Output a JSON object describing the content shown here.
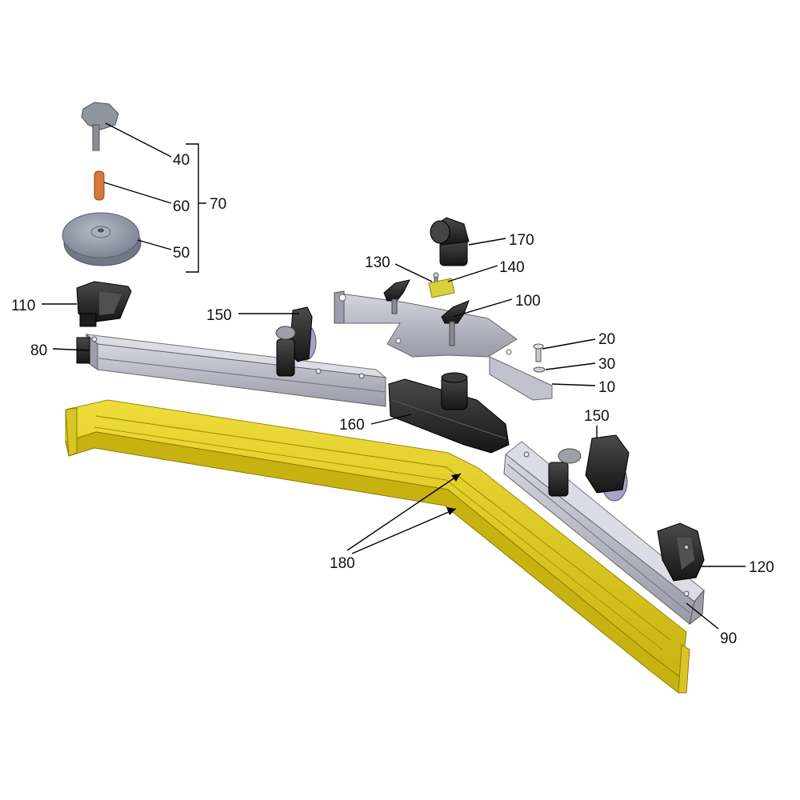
{
  "colors": {
    "aluminium": "#b8b8c4",
    "aluminium_dark": "#8e8e9c",
    "rubber_yellow": "#e3cf1c",
    "rubber_yellow_dark": "#b09d0a",
    "black_part": "#2a2a2a",
    "wheel_grey": "#8f98a8",
    "pin_orange": "#d9773a",
    "accent_yellow": "#d7d23a"
  },
  "callouts": {
    "p10": "10",
    "p20": "20",
    "p30": "30",
    "p40": "40",
    "p50": "50",
    "p60": "60",
    "p70": "70",
    "p80": "80",
    "p90": "90",
    "p100": "100",
    "p110": "110",
    "p120": "120",
    "p130": "130",
    "p140": "140",
    "p150_left": "150",
    "p150_right": "150",
    "p160": "160",
    "p170": "170",
    "p180": "180"
  }
}
